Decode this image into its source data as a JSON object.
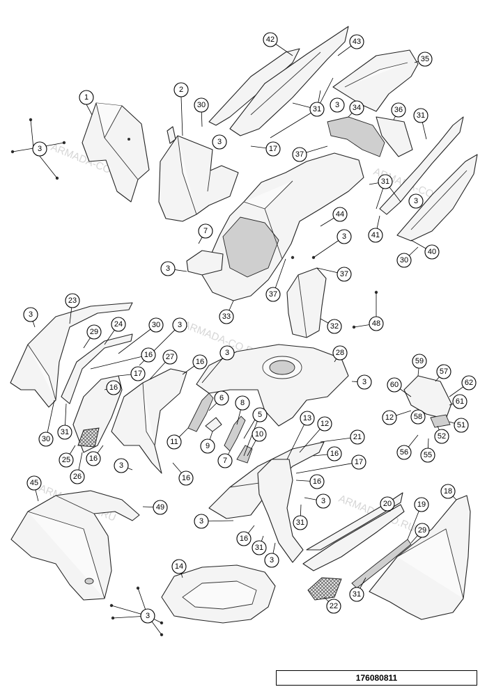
{
  "diagram": {
    "reference_number": "176080811",
    "watermark_text": "ARMADA-CO.RU",
    "callouts": [
      {
        "id": "c1",
        "label": "1"
      },
      {
        "id": "c2",
        "label": "2"
      },
      {
        "id": "c3a",
        "label": "3"
      },
      {
        "id": "c30a",
        "label": "30"
      },
      {
        "id": "c3b",
        "label": "3"
      },
      {
        "id": "c42",
        "label": "42"
      },
      {
        "id": "c43",
        "label": "43"
      },
      {
        "id": "c35",
        "label": "35"
      },
      {
        "id": "c31a",
        "label": "31"
      },
      {
        "id": "c3c",
        "label": "3"
      },
      {
        "id": "c34",
        "label": "34"
      },
      {
        "id": "c36",
        "label": "36"
      },
      {
        "id": "c31b",
        "label": "31"
      },
      {
        "id": "c17a",
        "label": "17"
      },
      {
        "id": "c37a",
        "label": "37"
      },
      {
        "id": "c31c",
        "label": "31"
      },
      {
        "id": "c3d",
        "label": "3"
      },
      {
        "id": "c44",
        "label": "44"
      },
      {
        "id": "c41",
        "label": "41"
      },
      {
        "id": "c7a",
        "label": "7"
      },
      {
        "id": "c3e",
        "label": "3"
      },
      {
        "id": "c3f",
        "label": "3"
      },
      {
        "id": "c37b",
        "label": "37"
      },
      {
        "id": "c30b",
        "label": "30"
      },
      {
        "id": "c40",
        "label": "40"
      },
      {
        "id": "c37c",
        "label": "37"
      },
      {
        "id": "c33",
        "label": "33"
      },
      {
        "id": "c32",
        "label": "32"
      },
      {
        "id": "c48",
        "label": "48"
      },
      {
        "id": "c3g",
        "label": "3"
      },
      {
        "id": "c23",
        "label": "23"
      },
      {
        "id": "c29a",
        "label": "29"
      },
      {
        "id": "c24",
        "label": "24"
      },
      {
        "id": "c30c",
        "label": "30"
      },
      {
        "id": "c3h",
        "label": "3"
      },
      {
        "id": "c3i",
        "label": "3"
      },
      {
        "id": "c28",
        "label": "28"
      },
      {
        "id": "c16a",
        "label": "16"
      },
      {
        "id": "c27",
        "label": "27"
      },
      {
        "id": "c16b",
        "label": "16"
      },
      {
        "id": "c17b",
        "label": "17"
      },
      {
        "id": "c16c",
        "label": "16"
      },
      {
        "id": "c6",
        "label": "6"
      },
      {
        "id": "c8",
        "label": "8"
      },
      {
        "id": "c3j",
        "label": "3"
      },
      {
        "id": "c59",
        "label": "59"
      },
      {
        "id": "c57",
        "label": "57"
      },
      {
        "id": "c60",
        "label": "60"
      },
      {
        "id": "c62",
        "label": "62"
      },
      {
        "id": "c61",
        "label": "61"
      },
      {
        "id": "c12a",
        "label": "12"
      },
      {
        "id": "c58",
        "label": "58"
      },
      {
        "id": "c51",
        "label": "51"
      },
      {
        "id": "c52",
        "label": "52"
      },
      {
        "id": "c56",
        "label": "56"
      },
      {
        "id": "c55",
        "label": "55"
      },
      {
        "id": "c30d",
        "label": "30"
      },
      {
        "id": "c31d",
        "label": "31"
      },
      {
        "id": "c25",
        "label": "25"
      },
      {
        "id": "c16d",
        "label": "16"
      },
      {
        "id": "c11",
        "label": "11"
      },
      {
        "id": "c9",
        "label": "9"
      },
      {
        "id": "c7b",
        "label": "7"
      },
      {
        "id": "c5",
        "label": "5"
      },
      {
        "id": "c10",
        "label": "10"
      },
      {
        "id": "c13",
        "label": "13"
      },
      {
        "id": "c12b",
        "label": "12"
      },
      {
        "id": "c21",
        "label": "21"
      },
      {
        "id": "c26",
        "label": "26"
      },
      {
        "id": "c3k",
        "label": "3"
      },
      {
        "id": "c16e",
        "label": "16"
      },
      {
        "id": "c16f",
        "label": "16"
      },
      {
        "id": "c17c",
        "label": "17"
      },
      {
        "id": "c16g",
        "label": "16"
      },
      {
        "id": "c3l",
        "label": "3"
      },
      {
        "id": "c45",
        "label": "45"
      },
      {
        "id": "c49",
        "label": "49"
      },
      {
        "id": "c3m",
        "label": "3"
      },
      {
        "id": "c31e",
        "label": "31"
      },
      {
        "id": "c16h",
        "label": "16"
      },
      {
        "id": "c31f",
        "label": "31"
      },
      {
        "id": "c3n",
        "label": "3"
      },
      {
        "id": "c20",
        "label": "20"
      },
      {
        "id": "c19",
        "label": "19"
      },
      {
        "id": "c18",
        "label": "18"
      },
      {
        "id": "c29b",
        "label": "29"
      },
      {
        "id": "c14",
        "label": "14"
      },
      {
        "id": "c3o",
        "label": "3"
      },
      {
        "id": "c31g",
        "label": "31"
      },
      {
        "id": "c22",
        "label": "22"
      }
    ]
  }
}
